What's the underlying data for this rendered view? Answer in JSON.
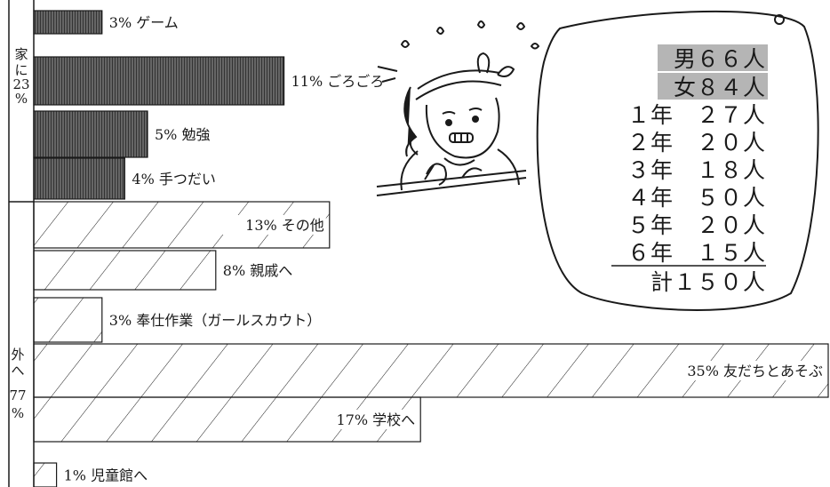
{
  "chart_data": {
    "type": "bar",
    "orientation": "horizontal",
    "unit": "%",
    "groups": [
      {
        "name": "家に23%",
        "name_chars": [
          "家",
          "に",
          "23",
          "%"
        ],
        "items": [
          {
            "value": 3,
            "label": "3%  ゲーム"
          },
          {
            "value": 11,
            "label": "11%  ごろごろ"
          },
          {
            "value": 5,
            "label": "5%  勉強"
          },
          {
            "value": 4,
            "label": "4%  手つだい"
          }
        ]
      },
      {
        "name": "外へ77%",
        "name_chars": [
          "外",
          "へ",
          "77",
          "%"
        ],
        "items": [
          {
            "value": 13,
            "label": "13%  その他"
          },
          {
            "value": 8,
            "label": "8%  親戚へ"
          },
          {
            "value": 3,
            "label": "3%  奉仕作業（ガールスカウト）"
          },
          {
            "value": 35,
            "label": "35%  友だちとあそぶ"
          },
          {
            "value": 17,
            "label": "17%  学校へ"
          },
          {
            "value": 1,
            "label": "1%  児童館へ"
          }
        ]
      }
    ]
  },
  "respondents": {
    "gender": [
      "男６６人",
      "女８４人"
    ],
    "grades": [
      "１年　２７人",
      "２年　２０人",
      "３年　１８人",
      "４年　５０人",
      "５年　２０人",
      "６年　１５人"
    ],
    "total": "計１５０人"
  },
  "illustration": {
    "icon": "worried-girl-icon"
  },
  "colors": {
    "ink": "#1a1a1a",
    "highlight": "#b5b5b5",
    "paper": "#ffffff"
  }
}
